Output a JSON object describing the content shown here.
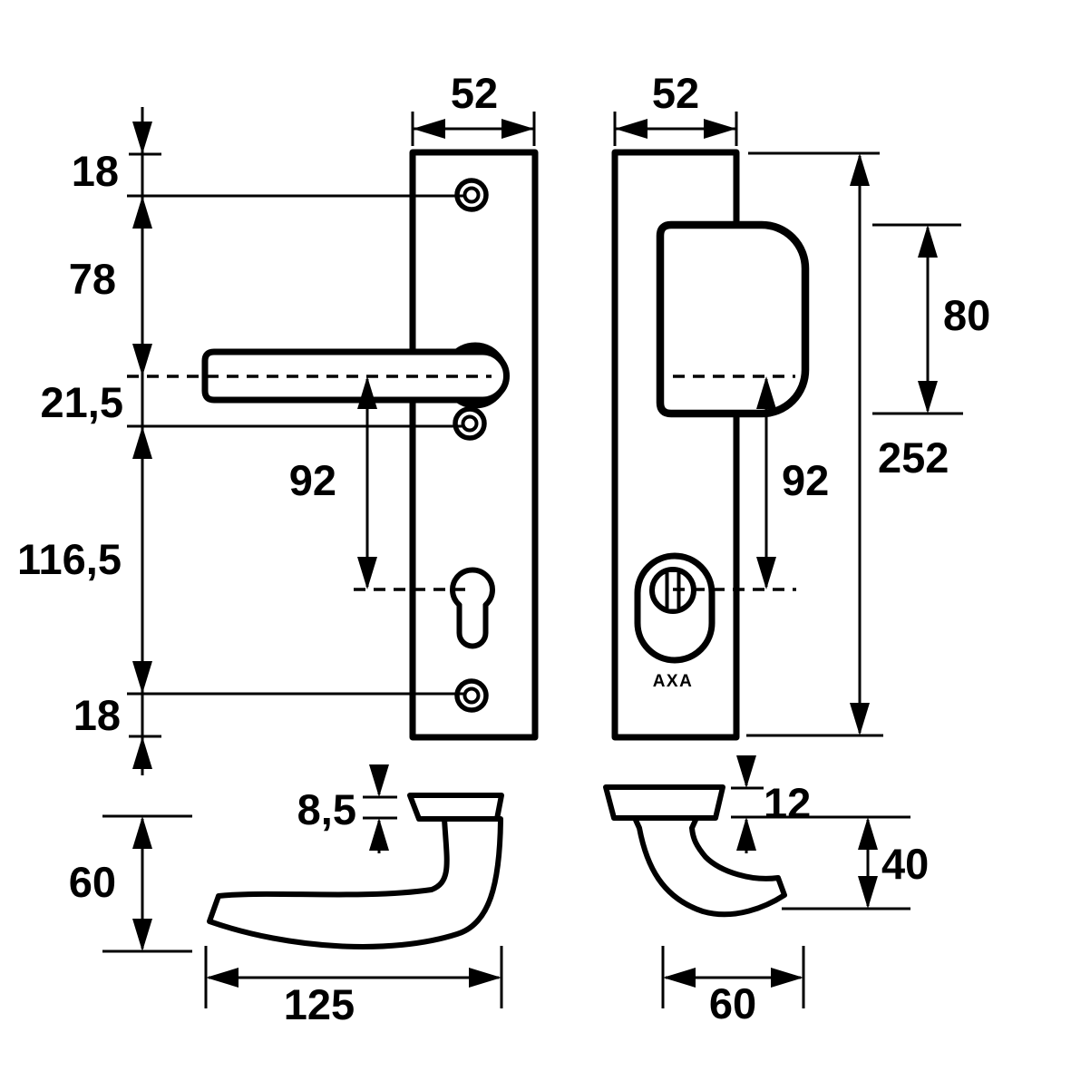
{
  "drawing": {
    "brand": "AXA",
    "colors": {
      "ink": "#000000",
      "background": "#ffffff"
    },
    "front_view": {
      "plate_width_left": "52",
      "plate_width_right": "52",
      "left_chain": {
        "top_to_screw": "18",
        "screw_to_handle_center": "78",
        "handle_center_to_screw": "21,5",
        "screw_to_bottom_screw": "116,5",
        "bottom_screw_to_edge": "18"
      },
      "handle_to_cylinder_left": "92",
      "handle_to_cylinder_right": "92",
      "grip_height": "80",
      "plate_height": "252"
    },
    "side_view": {
      "lever_rose_thickness": "8,5",
      "lever_height": "60",
      "lever_length": "125",
      "pull_rose_thickness": "12",
      "pull_height": "40",
      "pull_length": "60"
    }
  }
}
